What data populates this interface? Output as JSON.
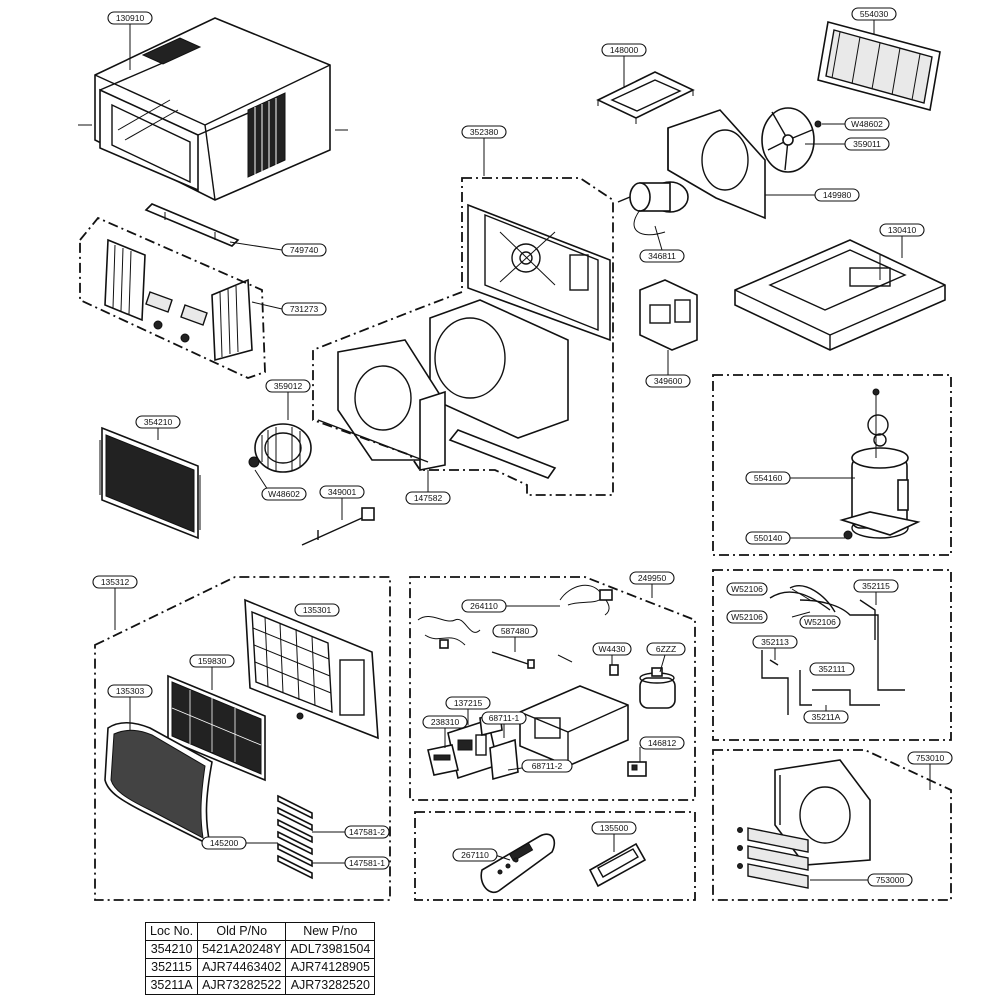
{
  "labels": {
    "p130910": "130910",
    "p554030": "554030",
    "p148000": "148000",
    "pW48602a": "W48602",
    "p359011": "359011",
    "p352380": "352380",
    "p149980": "149980",
    "p749740": "749740",
    "p731273": "731273",
    "p346811": "346811",
    "p130410": "130410",
    "p359012": "359012",
    "p349600": "349600",
    "p354210": "354210",
    "pW48602b": "W48602",
    "p349001": "349001",
    "p147582": "147582",
    "p554160": "554160",
    "p550140": "550140",
    "p135312": "135312",
    "p135301": "135301",
    "p249950": "249950",
    "p264110": "264110",
    "p587480": "587480",
    "pW4430": "W4430",
    "p6ZZZ": "6ZZZ",
    "p159830": "159830",
    "p135303": "135303",
    "p6871111": "68711-1",
    "p137215": "137215",
    "p238310": "238310",
    "p6871112": "68711-2",
    "p146812": "146812",
    "p145200": "145200",
    "p147581_2": "147581-2",
    "p147581_1": "147581-1",
    "pW52106a": "W52106",
    "pW52106b": "W52106",
    "pW52106c": "W52106",
    "p352115": "352115",
    "p352113": "352113",
    "p352111": "352111",
    "p35211A": "35211A",
    "p753010": "753010",
    "p753000": "753000",
    "p267110": "267110",
    "p135500": "135500"
  },
  "table": {
    "headers": [
      "Loc No.",
      "Old P/No",
      "New P/no"
    ],
    "rows": [
      [
        "354210",
        "5421A20248Y",
        "ADL73981504"
      ],
      [
        "352115",
        "AJR74463402",
        "AJR74128905"
      ],
      [
        "35211A",
        "AJR73282522",
        "AJR73282520"
      ]
    ]
  }
}
